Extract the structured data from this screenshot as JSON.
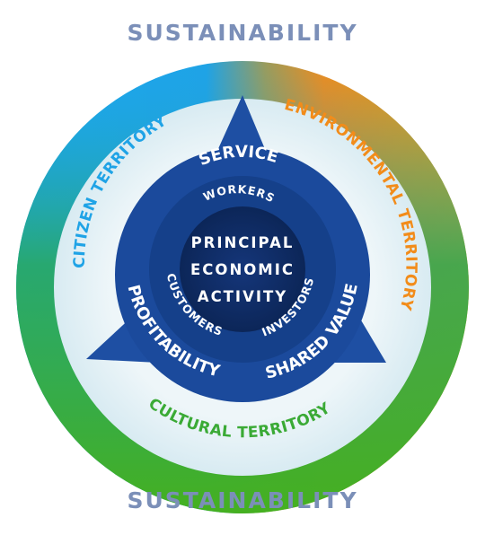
{
  "colors": {
    "sustainability_text": "#7b8fb8",
    "citizen": "#1fa3e6",
    "environmental": "#f28c1a",
    "cultural": "#3aaa35",
    "white": "#ffffff",
    "ring_light": "#e8f3f7",
    "blue_triangle": "#1e4fa3",
    "blue_mid": "#163f8c",
    "blue_core": "#0f2d68"
  },
  "outer_ring": {
    "top_label": "SUSTAINABILITY",
    "bottom_label": "SUSTAINABILITY"
  },
  "territories": {
    "citizen": "CITIZEN TERRITORY",
    "environmental": "ENVIRONMENTAL TERRITORY",
    "cultural": "CULTURAL TERRITORY"
  },
  "values": {
    "service": "SERVICE",
    "profitability": "PROFITABILITY",
    "shared_value": "SHARED VALUE"
  },
  "stakeholders": {
    "workers": "WORKERS",
    "customers": "CUSTOMERS",
    "investors": "INVESTORS"
  },
  "core": {
    "line1": "PRINCIPAL",
    "line2": "ECONOMIC",
    "line3": "ACTIVITY"
  }
}
